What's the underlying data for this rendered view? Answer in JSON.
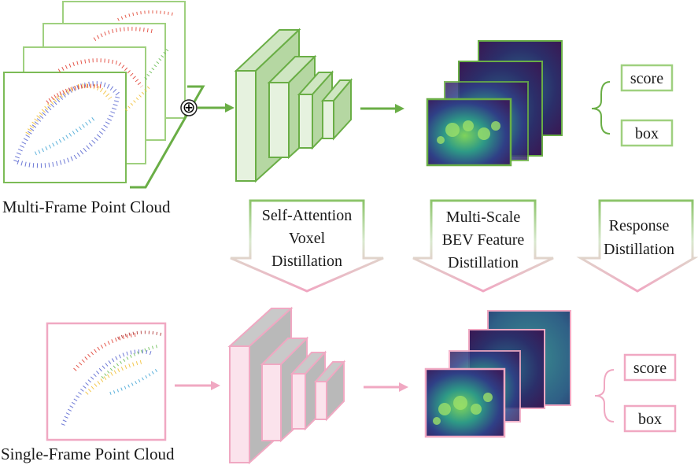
{
  "teacher": {
    "input_label": "Multi-Frame Point Cloud",
    "outputs": {
      "score": "score",
      "box": "box"
    },
    "accent_color": "#6aae46",
    "light_color": "#e3f0dc"
  },
  "student": {
    "input_label": "Single-Frame Point Cloud",
    "outputs": {
      "score": "score",
      "box": "box"
    },
    "accent_color": "#f0a8c2",
    "light_color": "#fbe3ec"
  },
  "distillation": {
    "voxel": [
      "Self-Attention",
      "Voxel",
      "Distillation"
    ],
    "bev": [
      "Multi-Scale",
      "BEV Feature",
      "Distillation"
    ],
    "response": [
      "Response",
      "Distillation"
    ]
  },
  "fusion_symbol": "⊕"
}
